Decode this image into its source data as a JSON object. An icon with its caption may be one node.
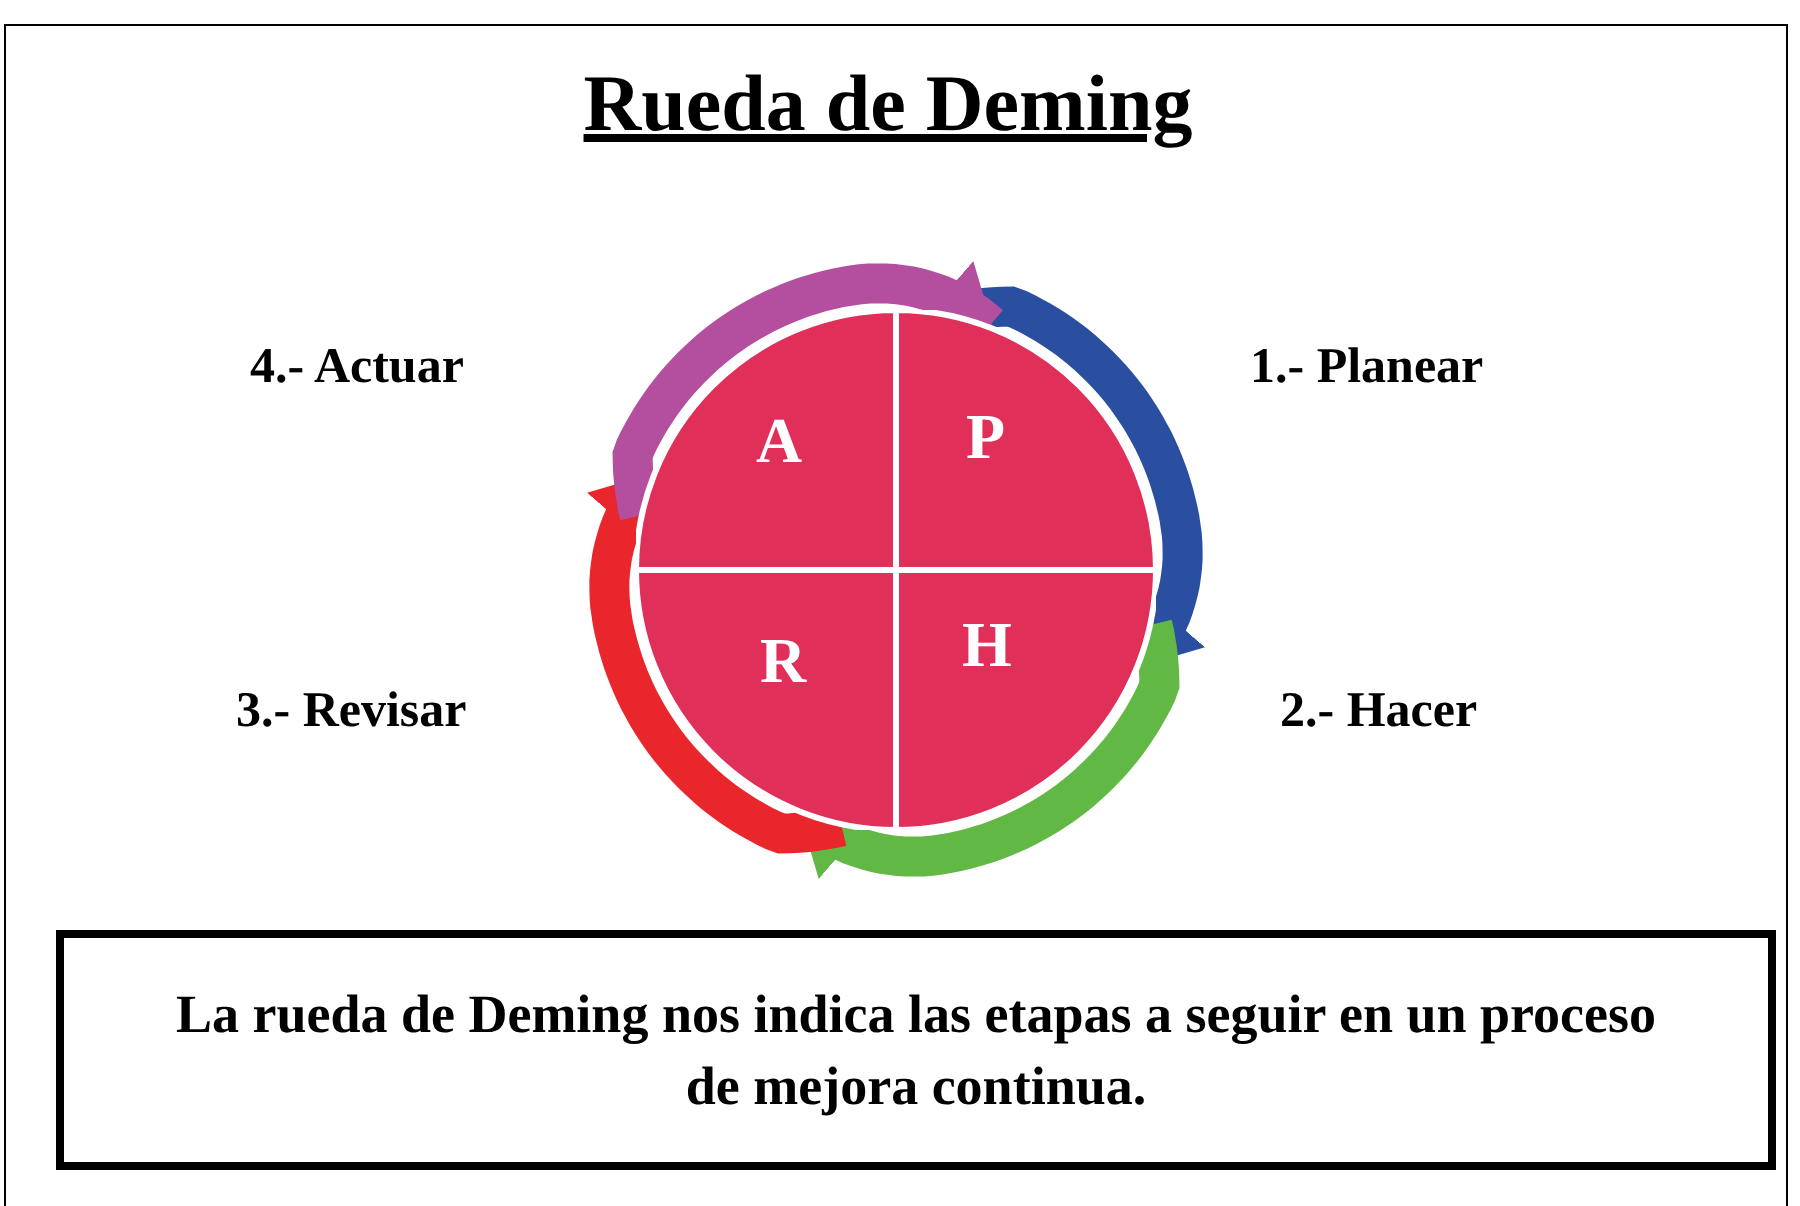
{
  "diagram": {
    "title": "Rueda de Deming",
    "nodes": [
      {
        "text": [
          "A"
        ],
        "beside": [
          "4.- Actuar"
        ]
      },
      {
        "text": [
          "P"
        ],
        "beside": [
          "1.- Planear"
        ]
      },
      {
        "text": [
          "R"
        ],
        "beside": [
          "3.- Revisar"
        ]
      },
      {
        "text": [
          "H"
        ],
        "beside": [
          "2.- Hacer"
        ]
      },
      {
        "text": [
          "La rueda de Deming nos indica las etapas a seguir en un proceso de mejora continua."
        ]
      }
    ],
    "edges": [
      {
        "from": 1,
        "to": 3,
        "arrow": "to",
        "color": "#2a4fa0"
      },
      {
        "from": 3,
        "to": 2,
        "arrow": "to",
        "color": "#62b845"
      },
      {
        "from": 2,
        "to": 0,
        "arrow": "to",
        "color": "#e8262b"
      },
      {
        "from": 0,
        "to": 1,
        "arrow": "to",
        "color": "#b44f9f"
      }
    ]
  }
}
